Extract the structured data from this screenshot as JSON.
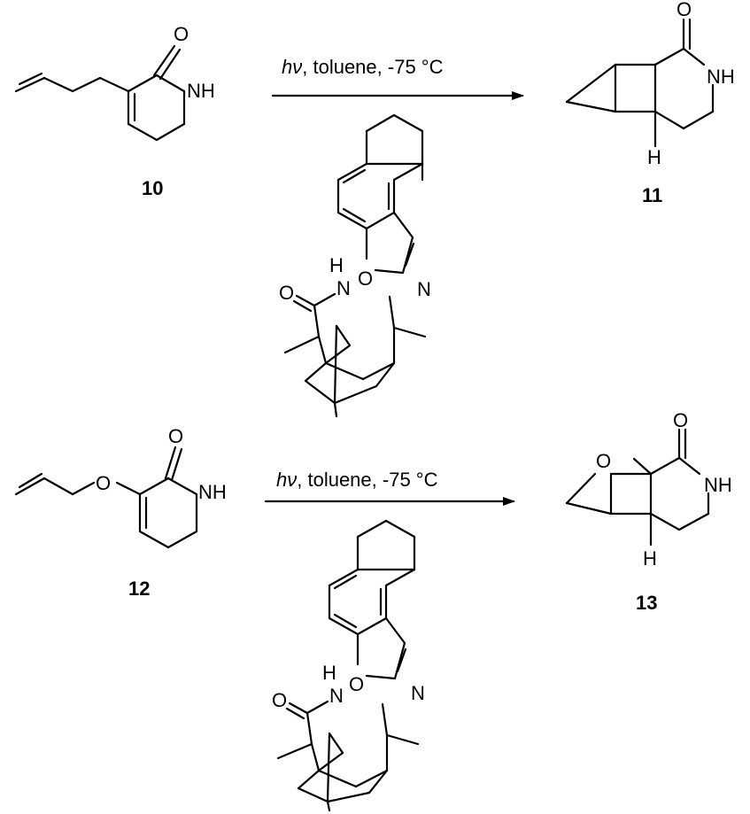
{
  "reactions": [
    {
      "substrate_label": "10",
      "product_label": "11",
      "conditions": {
        "hv": "hν",
        "rest": ", toluene, -75 °C"
      }
    },
    {
      "substrate_label": "12",
      "product_label": "13",
      "conditions": {
        "hv": "hν",
        "rest": ", toluene, -75 °C"
      }
    }
  ],
  "atoms": {
    "O": "O",
    "N": "N",
    "NH": "NH",
    "H": "H"
  },
  "colors": {
    "ink": "#000000",
    "background": "#ffffff"
  }
}
